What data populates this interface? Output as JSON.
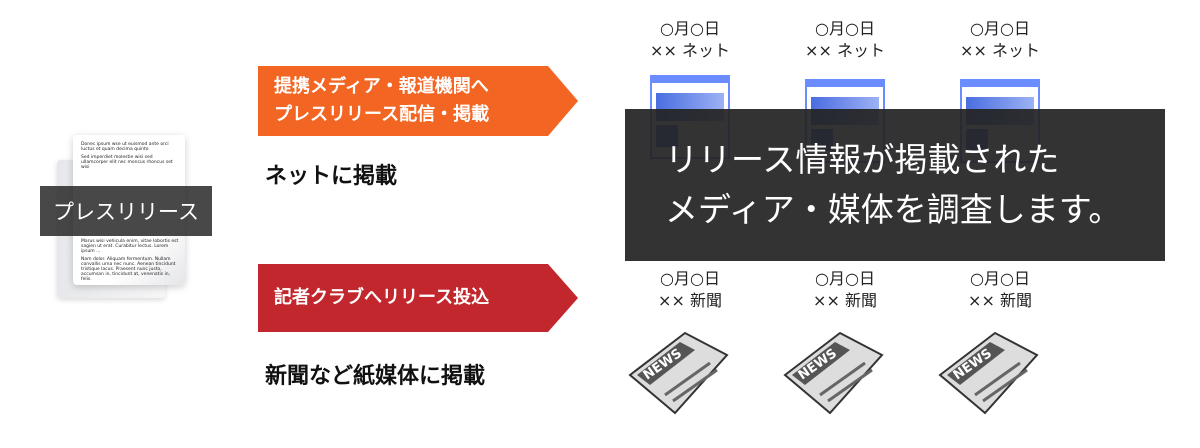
{
  "document": {
    "label": "プレスリリース",
    "body": [
      "Donec ipsum wse ut euismod ante orci luctus et quam decima quinto",
      "Sed imperdiet molestie wisi sed ullamcorper elit nec moncus rhoncus set wisi",
      "Marus wisi vehicula enim, vitae lobortis est sagien ut erat. Curabitur lectus. Lorem ipsum ...",
      "Nam dolor. Aliquam fermentum. Nullam convallis urna nec nunc. Aenean tincidunt tristique lacus. Praesent nunc justo, accumsan in, tincidunt at, venenatis in, felis."
    ]
  },
  "channels": [
    {
      "arrow_lines": [
        "提携メディア・報道機関へ",
        "プレスリリース配信・掲載"
      ],
      "caption": "ネットに掲載",
      "color": "#f26522"
    },
    {
      "arrow_lines": [
        "記者クラブへリリース投込"
      ],
      "caption": "新聞など紙媒体に掲載",
      "color": "#c1272d"
    }
  ],
  "net_media": [
    {
      "date": "○月○日",
      "name": "×× ネット"
    },
    {
      "date": "○月○日",
      "name": "×× ネット"
    },
    {
      "date": "○月○日",
      "name": "×× ネット"
    }
  ],
  "paper_media": [
    {
      "date": "○月○日",
      "name": "×× 新聞"
    },
    {
      "date": "○月○日",
      "name": "×× 新聞"
    },
    {
      "date": "○月○日",
      "name": "×× 新聞"
    }
  ],
  "newspaper_logo": "NEWS",
  "overlay": {
    "lines": [
      "リリース情報が掲載された",
      "メディア・媒体を調査します。"
    ]
  }
}
